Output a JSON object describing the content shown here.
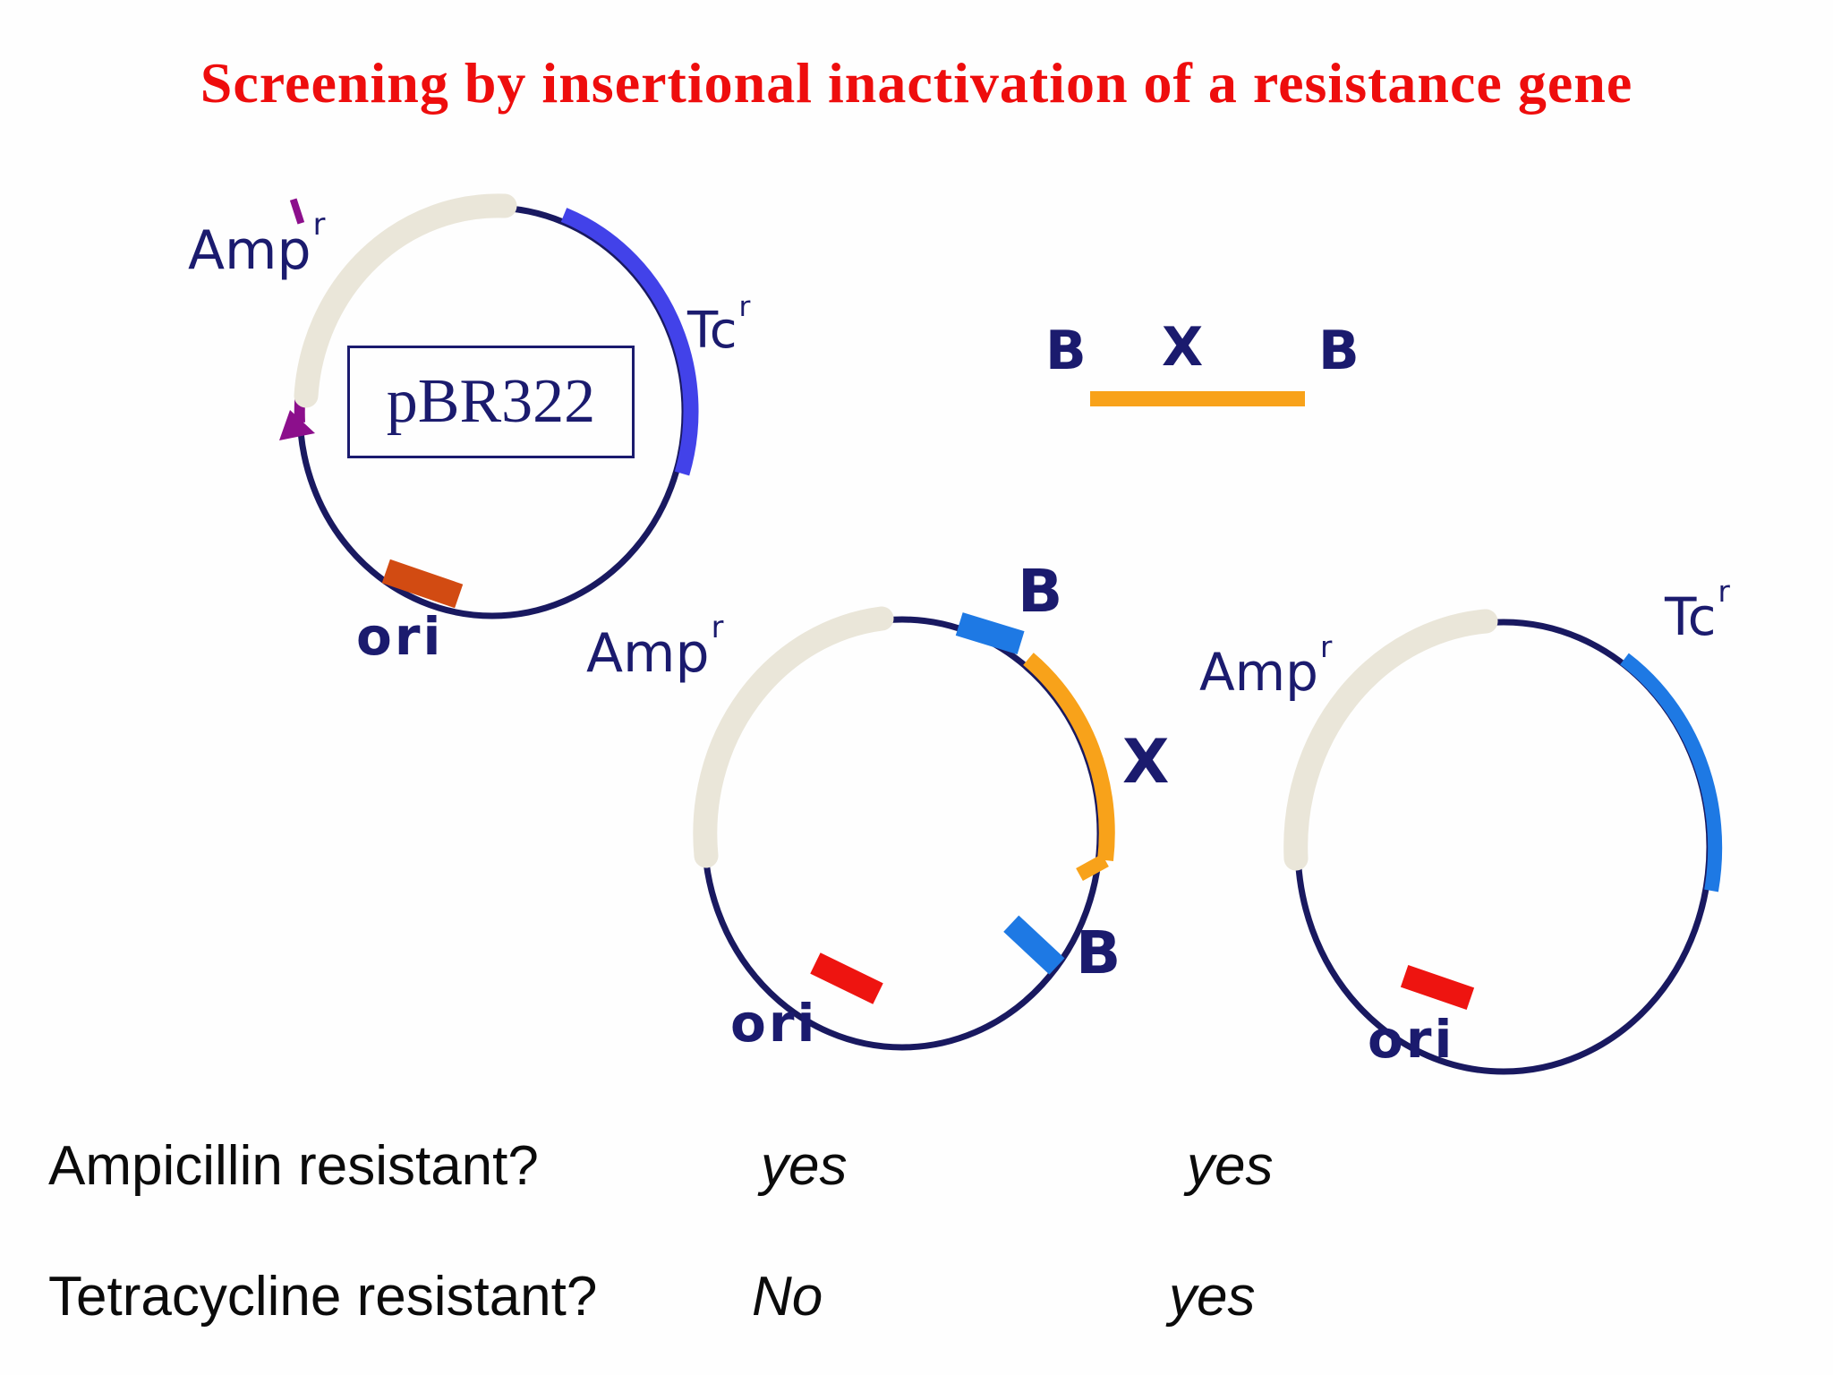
{
  "title": "Screening by insertional inactivation of a resistance gene",
  "colors": {
    "title_red": "#ee0d0d",
    "navy_text": "#1b1b6e",
    "circle_stroke": "#191960",
    "purple": "#8c0f8c",
    "cream": "#eae6d9",
    "tc_violet_blue": "#4242e9",
    "azure_blue": "#1e79e4",
    "orange": "#f8a21a",
    "ori_dark_orange": "#d24b12",
    "ori_red": "#ee1410",
    "answer_black": "#0b0b0b"
  },
  "plasmid1": {
    "name": "pBR322",
    "amp": "Amp",
    "amp_sup": "r",
    "tc": "Tc",
    "tc_sup": "r",
    "ori": "ori"
  },
  "fragment": {
    "left_site": "B",
    "insert": "X",
    "right_site": "B"
  },
  "plasmid2": {
    "amp": "Amp",
    "amp_sup": "r",
    "site_top": "B",
    "insert": "X",
    "site_bottom": "B",
    "ori": "ori"
  },
  "plasmid3": {
    "amp": "Amp",
    "amp_sup": "r",
    "tc": "Tc",
    "tc_sup": "r",
    "ori": "ori"
  },
  "qa": [
    {
      "question": "Ampicillin resistant?",
      "answers": [
        "yes",
        "yes"
      ]
    },
    {
      "question": "Tetracycline resistant?",
      "answers": [
        "No",
        "yes"
      ]
    }
  ]
}
